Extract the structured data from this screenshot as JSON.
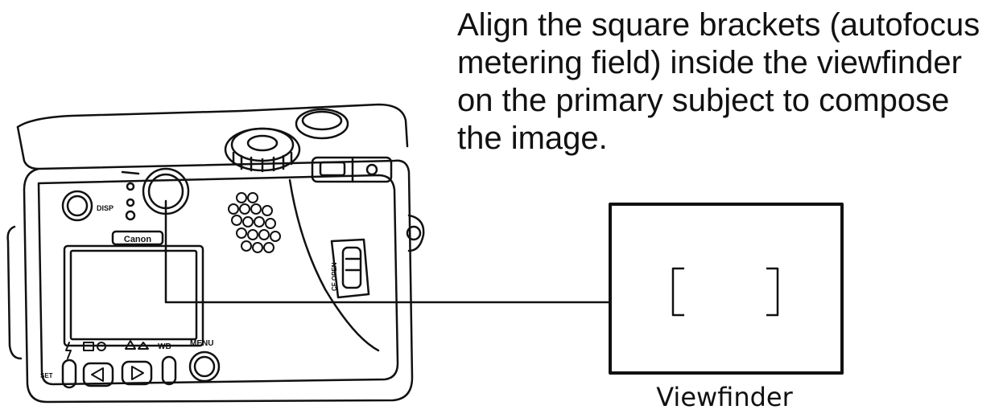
{
  "instruction": "Align the square brackets (autofocus\nmetering field) inside the viewfinder\non the primary subject to compose\nthe image.",
  "viewfinder_label": "Viewfinder",
  "camera": {
    "brand": "Canon",
    "button_labels": {
      "disp": "DISP",
      "set": "SET",
      "wb": "WB",
      "menu": "MENU",
      "cf_open": "CF OPEN"
    }
  },
  "colors": {
    "ink": "#111111",
    "paper": "#ffffff"
  }
}
